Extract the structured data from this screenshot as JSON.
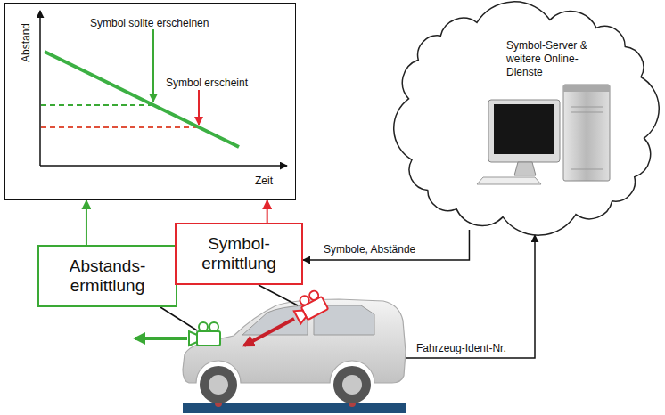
{
  "diagram": {
    "nodes": [
      {
        "text": [
          "Symbol sollte erscheinen",
          "Symbol erscheint",
          "Abstand",
          "Zeit"
        ]
      },
      {
        "text": [
          "Symbol-Server & weitere Online- Dienste"
        ]
      },
      {
        "text": [
          "Abstands- ermittlung"
        ]
      },
      {
        "text": [
          "Symbol- ermittlung"
        ]
      }
    ],
    "edges": [
      {
        "from": 2,
        "to": 0,
        "arrow": "to"
      },
      {
        "from": 3,
        "to": 0,
        "arrow": "to"
      },
      {
        "from": 1,
        "to": 3,
        "arrow": "to",
        "label": "Symbole, Abstände"
      }
    ],
    "labels": [
      "Fahrzeug-Ident-Nr."
    ]
  }
}
